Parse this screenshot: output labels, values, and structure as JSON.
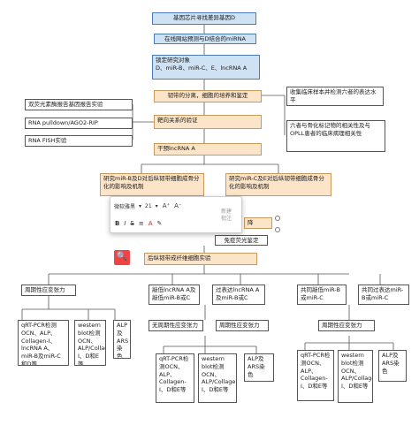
{
  "flow": {
    "n1": "基因芯片寻找差异基因D",
    "n2": "在线网站预测与D结合的miRNA",
    "n3": "锁定研究对象\nD、miR-B、miR-C、E、lncRNA A",
    "n4": "韧带的分离，细胞的培养和鉴定",
    "n5": "靶向关系的验证",
    "n6": "干预lncRNA A",
    "n7": "研究miR-B及D对后纵韧带细胞成骨分化的影响及机制",
    "n8": "研究miR-C及E对后纵韧带细胞成骨分化的影响及机制",
    "n9": "免疫荧光鉴定",
    "n10": "后纵韧带成纤维细胞实验",
    "right1": "收集临床样本并检测六者的表达水平",
    "right2": "六者与骨化标记物的相关性及与OPLL患者的临床病理相关性",
    "left1": "双荧光素酶报告基因报告实验",
    "left2": "RNA pulldown/AGO2-RIP",
    "left3": "RNA FISH实验",
    "b1": "周期性应变张力",
    "b2": "敲低lncRNA A及敲低miR-B或C",
    "b3": "过表达lncRNA A及miR-B或C",
    "b4": "共同敲低miR-B或miR-C",
    "b5": "共同过表达miR-B或miR-C",
    "b6": "无周期性应变张力",
    "b7": "周期性应变张力",
    "b8": "周期性应变张力",
    "l1": "qRT-PCR检测OCN、ALP、Collagen-I、lncRNA A、miR-B及miR-C和D等",
    "l2": "western blot检测OCN、ALP/Collagen-I、D和E等",
    "l3": "ALP及ARS染色",
    "l4": "qRT-PCR检测OCN、ALP、Collagen-I、D和E等",
    "l5": "western blot检测OCN、ALP/Collagen-I、D和E等",
    "l6": "ALP及ARS染色",
    "l7": "qRT-PCR检测OCN、ALP、Collagen-I、D和E等",
    "l8": "western blot检测OCN、ALP/Collagen-I、D和E等",
    "l9": "ALP及ARS染色",
    "hidden": "降"
  },
  "toolbar": {
    "font": "微软雅黑",
    "size": "21",
    "bold": "B",
    "italic": "I",
    "strike": "S",
    "align": "≡",
    "color": "A",
    "highlight": "✎",
    "note1": "新建",
    "note2": "批注"
  },
  "search": {
    "icon": "🔍"
  },
  "colors": {
    "blue_fill": "#cfe2f3",
    "orange_fill": "#fce4c8",
    "border_blue": "#4a7ebb"
  }
}
